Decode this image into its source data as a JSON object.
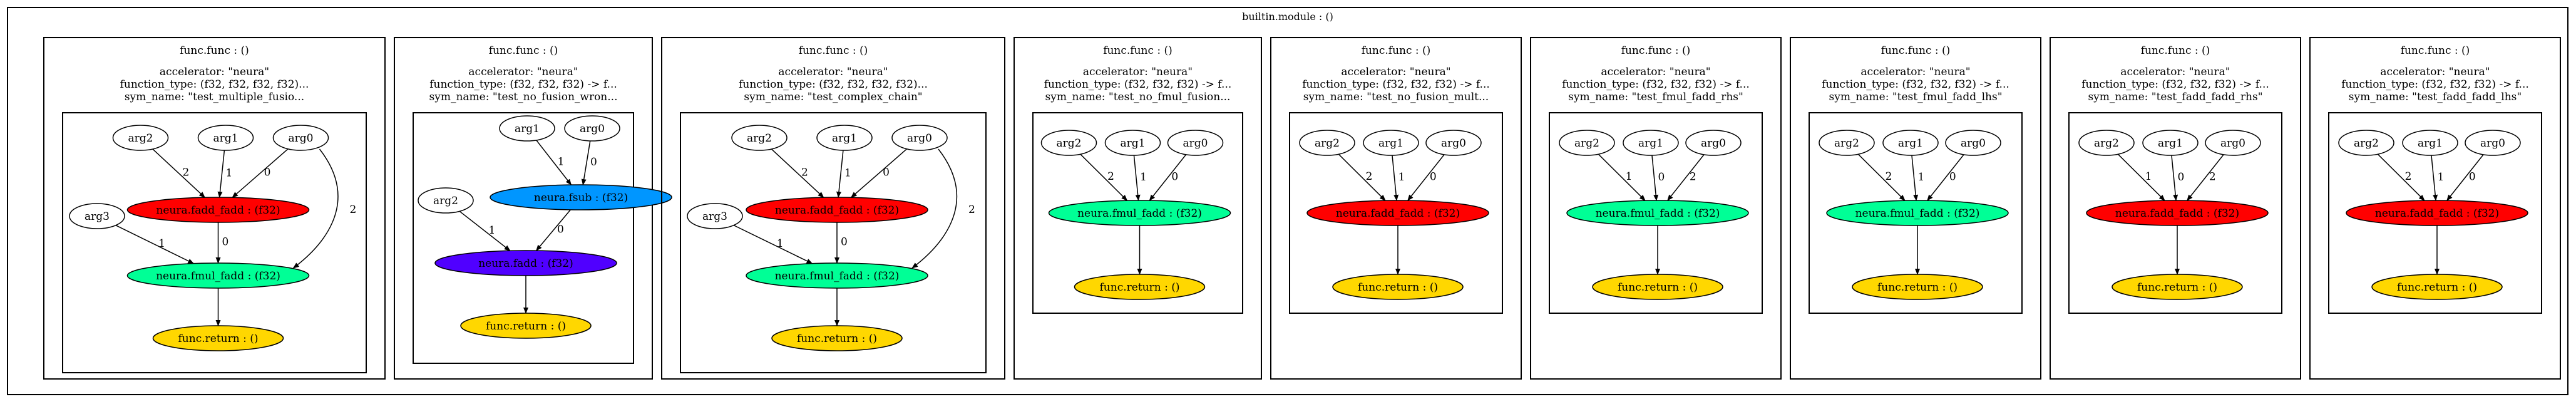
{
  "module": {
    "title": "builtin.module : ()"
  },
  "funcs": [
    {
      "title": "func.func : ()",
      "attrs": [
        "accelerator: \"neura\"",
        "function_type: (f32, f32, f32, f32)...",
        "sym_name: \"test_multiple_fusio..."
      ],
      "nodes": [
        {
          "key": "arg2",
          "label": "arg2"
        },
        {
          "key": "arg1",
          "label": "arg1"
        },
        {
          "key": "arg0",
          "label": "arg0"
        },
        {
          "key": "arg3",
          "label": "arg3"
        },
        {
          "key": "op1",
          "label": "neura.fadd_fadd : (f32)",
          "fill": "#ff0000"
        },
        {
          "key": "op2",
          "label": "neura.fmul_fadd : (f32)",
          "fill": "#00ff96"
        },
        {
          "key": "ret",
          "label": "func.return : ()",
          "fill": "#ffd700"
        }
      ],
      "edges": [
        {
          "from": "arg2",
          "to": "op1",
          "label": "2"
        },
        {
          "from": "arg1",
          "to": "op1",
          "label": "1"
        },
        {
          "from": "arg0",
          "to": "op1",
          "label": "0"
        },
        {
          "from": "arg3",
          "to": "op2",
          "label": "1"
        },
        {
          "from": "op1",
          "to": "op2",
          "label": "0"
        },
        {
          "from": "arg0",
          "to": "op2",
          "label": "2"
        },
        {
          "from": "op2",
          "to": "ret",
          "label": ""
        }
      ]
    },
    {
      "title": "func.func : ()",
      "attrs": [
        "accelerator: \"neura\"",
        "function_type: (f32, f32, f32) -> f...",
        "sym_name: \"test_no_fusion_wron..."
      ],
      "nodes": [
        {
          "key": "arg1",
          "label": "arg1"
        },
        {
          "key": "arg0",
          "label": "arg0"
        },
        {
          "key": "arg2",
          "label": "arg2"
        },
        {
          "key": "op1",
          "label": "neura.fsub : (f32)",
          "fill": "#0096ff"
        },
        {
          "key": "op2",
          "label": "neura.fadd : (f32)",
          "fill": "#5000ff"
        },
        {
          "key": "ret",
          "label": "func.return : ()",
          "fill": "#ffd700"
        }
      ],
      "edges": [
        {
          "from": "arg1",
          "to": "op1",
          "label": "1"
        },
        {
          "from": "arg0",
          "to": "op1",
          "label": "0"
        },
        {
          "from": "arg2",
          "to": "op2",
          "label": "1"
        },
        {
          "from": "op1",
          "to": "op2",
          "label": "0"
        },
        {
          "from": "op2",
          "to": "ret",
          "label": ""
        }
      ]
    },
    {
      "title": "func.func : ()",
      "attrs": [
        "accelerator: \"neura\"",
        "function_type: (f32, f32, f32, f32)...",
        "sym_name: \"test_complex_chain\""
      ],
      "nodes": [
        {
          "key": "arg2",
          "label": "arg2"
        },
        {
          "key": "arg1",
          "label": "arg1"
        },
        {
          "key": "arg0",
          "label": "arg0"
        },
        {
          "key": "arg3",
          "label": "arg3"
        },
        {
          "key": "op1",
          "label": "neura.fadd_fadd : (f32)",
          "fill": "#ff0000"
        },
        {
          "key": "op2",
          "label": "neura.fmul_fadd : (f32)",
          "fill": "#00ff96"
        },
        {
          "key": "ret",
          "label": "func.return : ()",
          "fill": "#ffd700"
        }
      ],
      "edges": [
        {
          "from": "arg2",
          "to": "op1",
          "label": "2"
        },
        {
          "from": "arg1",
          "to": "op1",
          "label": "1"
        },
        {
          "from": "arg0",
          "to": "op1",
          "label": "0"
        },
        {
          "from": "arg3",
          "to": "op2",
          "label": "1"
        },
        {
          "from": "op1",
          "to": "op2",
          "label": "0"
        },
        {
          "from": "arg0",
          "to": "op2",
          "label": "2"
        },
        {
          "from": "op2",
          "to": "ret",
          "label": ""
        }
      ]
    },
    {
      "title": "func.func : ()",
      "attrs": [
        "accelerator: \"neura\"",
        "function_type: (f32, f32, f32) -> f...",
        "sym_name: \"test_no_fmul_fusion..."
      ],
      "nodes": [
        {
          "key": "arg2",
          "label": "arg2"
        },
        {
          "key": "arg1",
          "label": "arg1"
        },
        {
          "key": "arg0",
          "label": "arg0"
        },
        {
          "key": "op1",
          "label": "neura.fmul_fadd : (f32)",
          "fill": "#00ff96"
        },
        {
          "key": "ret",
          "label": "func.return : ()",
          "fill": "#ffd700"
        }
      ],
      "edges": [
        {
          "from": "arg2",
          "to": "op1",
          "label": "2"
        },
        {
          "from": "arg1",
          "to": "op1",
          "label": "1"
        },
        {
          "from": "arg0",
          "to": "op1",
          "label": "0"
        },
        {
          "from": "op1",
          "to": "ret",
          "label": ""
        }
      ]
    },
    {
      "title": "func.func : ()",
      "attrs": [
        "accelerator: \"neura\"",
        "function_type: (f32, f32, f32) -> f...",
        "sym_name: \"test_no_fusion_mult..."
      ],
      "nodes": [
        {
          "key": "arg2",
          "label": "arg2"
        },
        {
          "key": "arg1",
          "label": "arg1"
        },
        {
          "key": "arg0",
          "label": "arg0"
        },
        {
          "key": "op1",
          "label": "neura.fadd_fadd : (f32)",
          "fill": "#ff0000"
        },
        {
          "key": "ret",
          "label": "func.return : ()",
          "fill": "#ffd700"
        }
      ],
      "edges": [
        {
          "from": "arg2",
          "to": "op1",
          "label": "2"
        },
        {
          "from": "arg1",
          "to": "op1",
          "label": "1"
        },
        {
          "from": "arg0",
          "to": "op1",
          "label": "0"
        },
        {
          "from": "op1",
          "to": "ret",
          "label": ""
        }
      ]
    },
    {
      "title": "func.func : ()",
      "attrs": [
        "accelerator: \"neura\"",
        "function_type: (f32, f32, f32) -> f...",
        "sym_name: \"test_fmul_fadd_rhs\""
      ],
      "nodes": [
        {
          "key": "arg2",
          "label": "arg2"
        },
        {
          "key": "arg1",
          "label": "arg1"
        },
        {
          "key": "arg0",
          "label": "arg0"
        },
        {
          "key": "op1",
          "label": "neura.fmul_fadd : (f32)",
          "fill": "#00ff96"
        },
        {
          "key": "ret",
          "label": "func.return : ()",
          "fill": "#ffd700"
        }
      ],
      "edges": [
        {
          "from": "arg2",
          "to": "op1",
          "label": "1"
        },
        {
          "from": "arg1",
          "to": "op1",
          "label": "0"
        },
        {
          "from": "arg0",
          "to": "op1",
          "label": "2"
        },
        {
          "from": "op1",
          "to": "ret",
          "label": ""
        }
      ]
    },
    {
      "title": "func.func : ()",
      "attrs": [
        "accelerator: \"neura\"",
        "function_type: (f32, f32, f32) -> f...",
        "sym_name: \"test_fmul_fadd_lhs\""
      ],
      "nodes": [
        {
          "key": "arg2",
          "label": "arg2"
        },
        {
          "key": "arg1",
          "label": "arg1"
        },
        {
          "key": "arg0",
          "label": "arg0"
        },
        {
          "key": "op1",
          "label": "neura.fmul_fadd : (f32)",
          "fill": "#00ff96"
        },
        {
          "key": "ret",
          "label": "func.return : ()",
          "fill": "#ffd700"
        }
      ],
      "edges": [
        {
          "from": "arg2",
          "to": "op1",
          "label": "2"
        },
        {
          "from": "arg1",
          "to": "op1",
          "label": "1"
        },
        {
          "from": "arg0",
          "to": "op1",
          "label": "0"
        },
        {
          "from": "op1",
          "to": "ret",
          "label": ""
        }
      ]
    },
    {
      "title": "func.func : ()",
      "attrs": [
        "accelerator: \"neura\"",
        "function_type: (f32, f32, f32) -> f...",
        "sym_name: \"test_fadd_fadd_rhs\""
      ],
      "nodes": [
        {
          "key": "arg2",
          "label": "arg2"
        },
        {
          "key": "arg1",
          "label": "arg1"
        },
        {
          "key": "arg0",
          "label": "arg0"
        },
        {
          "key": "op1",
          "label": "neura.fadd_fadd : (f32)",
          "fill": "#ff0000"
        },
        {
          "key": "ret",
          "label": "func.return : ()",
          "fill": "#ffd700"
        }
      ],
      "edges": [
        {
          "from": "arg2",
          "to": "op1",
          "label": "1"
        },
        {
          "from": "arg1",
          "to": "op1",
          "label": "0"
        },
        {
          "from": "arg0",
          "to": "op1",
          "label": "2"
        },
        {
          "from": "op1",
          "to": "ret",
          "label": ""
        }
      ]
    },
    {
      "title": "func.func : ()",
      "attrs": [
        "accelerator: \"neura\"",
        "function_type: (f32, f32, f32) -> f...",
        "sym_name: \"test_fadd_fadd_lhs\""
      ],
      "nodes": [
        {
          "key": "arg2",
          "label": "arg2"
        },
        {
          "key": "arg1",
          "label": "arg1"
        },
        {
          "key": "arg0",
          "label": "arg0"
        },
        {
          "key": "op1",
          "label": "neura.fadd_fadd : (f32)",
          "fill": "#ff0000"
        },
        {
          "key": "ret",
          "label": "func.return : ()",
          "fill": "#ffd700"
        }
      ],
      "edges": [
        {
          "from": "arg2",
          "to": "op1",
          "label": "2"
        },
        {
          "from": "arg1",
          "to": "op1",
          "label": "1"
        },
        {
          "from": "arg0",
          "to": "op1",
          "label": "0"
        },
        {
          "from": "op1",
          "to": "ret",
          "label": ""
        }
      ]
    }
  ]
}
